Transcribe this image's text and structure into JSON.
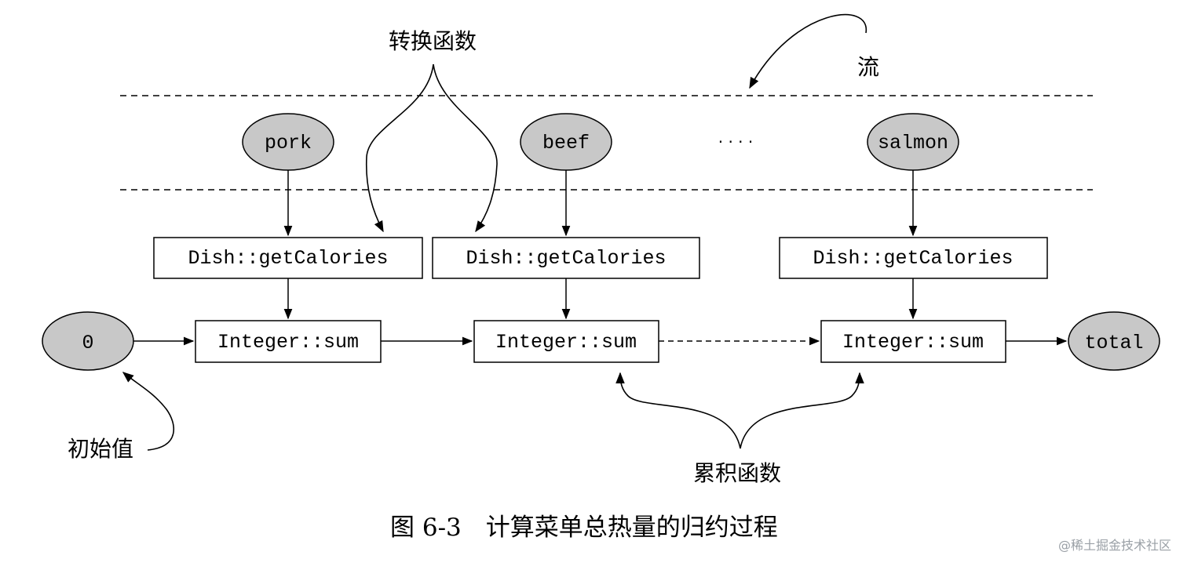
{
  "labels": {
    "transform_fn": "转换函数",
    "stream": "流",
    "initial_value": "初始值",
    "accumulator_fn": "累积函数",
    "caption": "图 6-3　计算菜单总热量的归约过程",
    "watermark": "@稀土掘金技术社区"
  },
  "stream_items": {
    "item1": "pork",
    "item2": "beef",
    "ellipsis": "· · · ·",
    "item3": "salmon"
  },
  "nodes": {
    "initial": "0",
    "result": "total"
  },
  "functions": {
    "map1": "Dish::getCalories",
    "map2": "Dish::getCalories",
    "map3": "Dish::getCalories",
    "sum1": "Integer::sum",
    "sum2": "Integer::sum",
    "sum3": "Integer::sum"
  },
  "colors": {
    "ellipse_fill": "#c8c8c8",
    "stroke": "#000000",
    "background": "#ffffff",
    "watermark": "#9aa0a6"
  }
}
